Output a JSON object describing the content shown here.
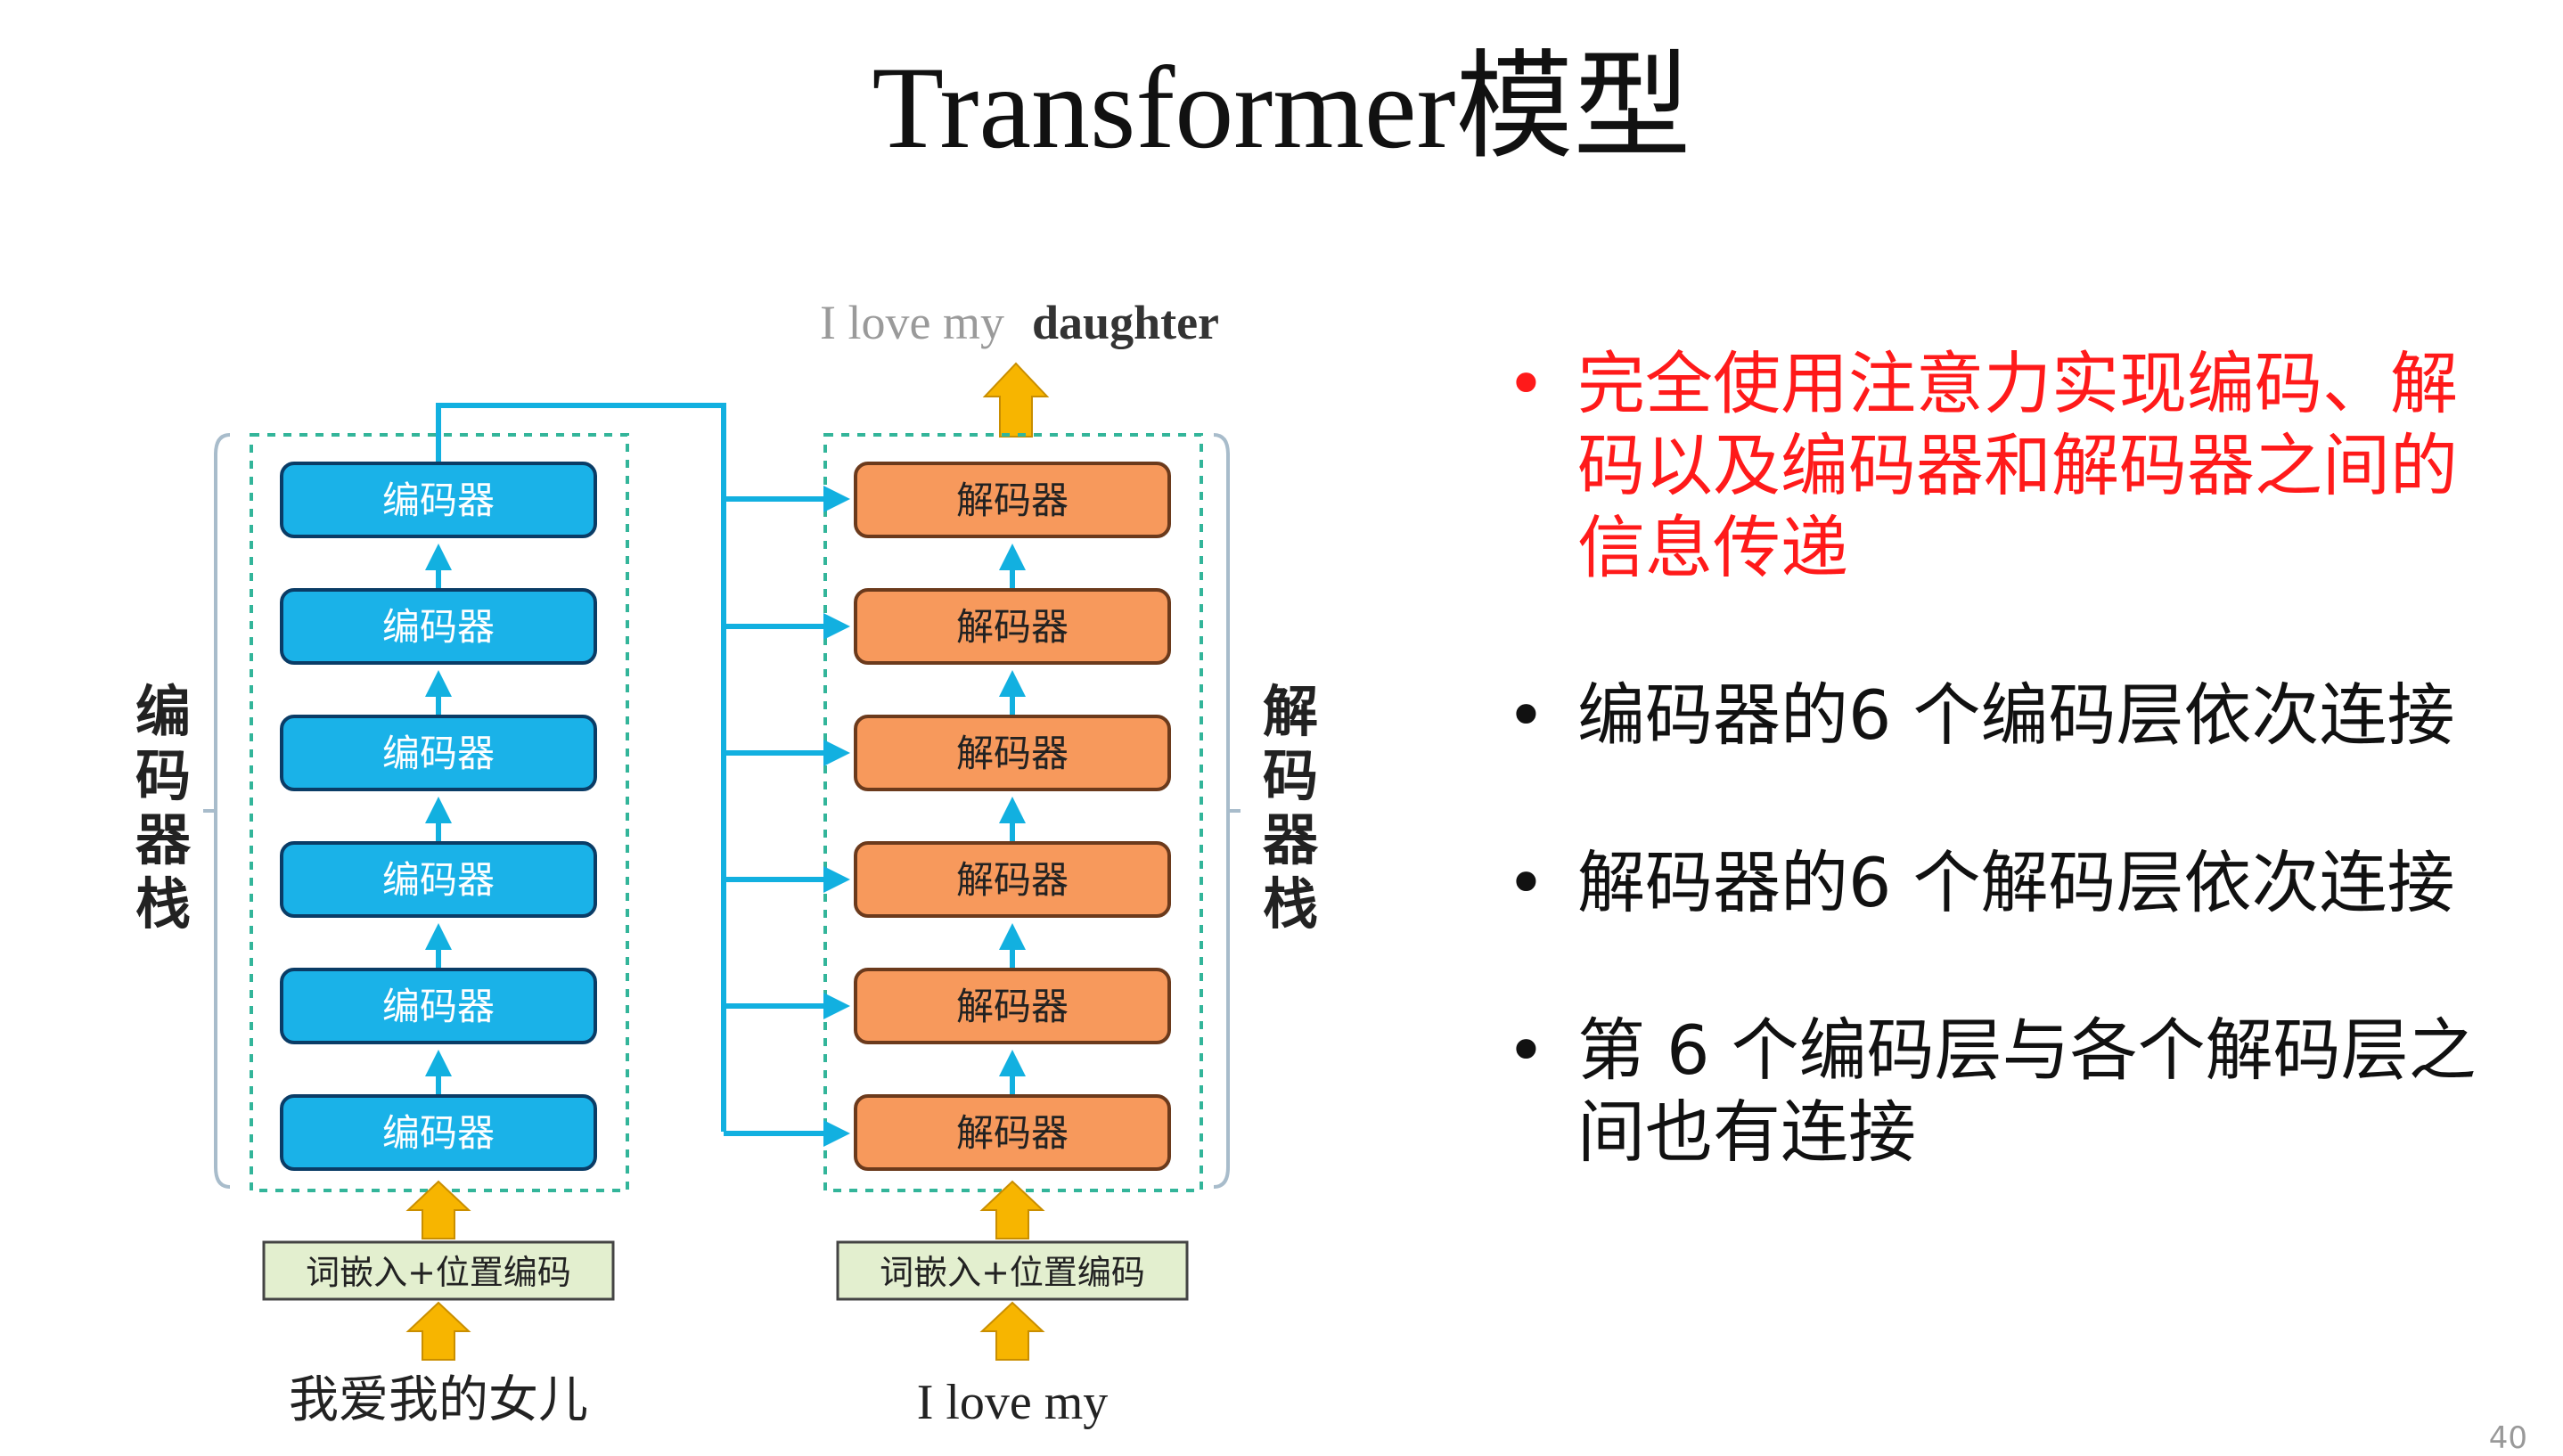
{
  "title": "Transformer模型",
  "diagram": {
    "output_text_light": "I love my",
    "output_text_bold": "daughter",
    "encoder_stack_label": [
      "编",
      "码",
      "器",
      "栈"
    ],
    "decoder_stack_label": [
      "解",
      "码",
      "器",
      "栈"
    ],
    "encoder_blocks": [
      "编码器",
      "编码器",
      "编码器",
      "编码器",
      "编码器",
      "编码器"
    ],
    "decoder_blocks": [
      "解码器",
      "解码器",
      "解码器",
      "解码器",
      "解码器",
      "解码器"
    ],
    "embed_left": "词嵌入+位置编码",
    "embed_right": "词嵌入+位置编码",
    "input_left": "我爱我的女儿",
    "input_right": "I love my",
    "colors": {
      "encoder_fill": "#1ab2e8",
      "decoder_fill": "#f7995c",
      "connector": "#12b0e0",
      "arrow_yellow": "#f7b500",
      "embed_fill": "#e3efcf",
      "dashed_box": "#33b59a"
    }
  },
  "bullets": [
    {
      "text": "完全使用注意力实现编码、解码以及编码器和解码器之间的信息传递",
      "highlight": true,
      "color": "#ff1a1a"
    },
    {
      "text": "编码器的6 个编码层依次连接",
      "highlight": false
    },
    {
      "text": "解码器的6 个解码层依次连接",
      "highlight": false
    },
    {
      "text": "第 6 个编码层与各个解码层之间也有连接",
      "highlight": false
    }
  ],
  "page_number": "40"
}
